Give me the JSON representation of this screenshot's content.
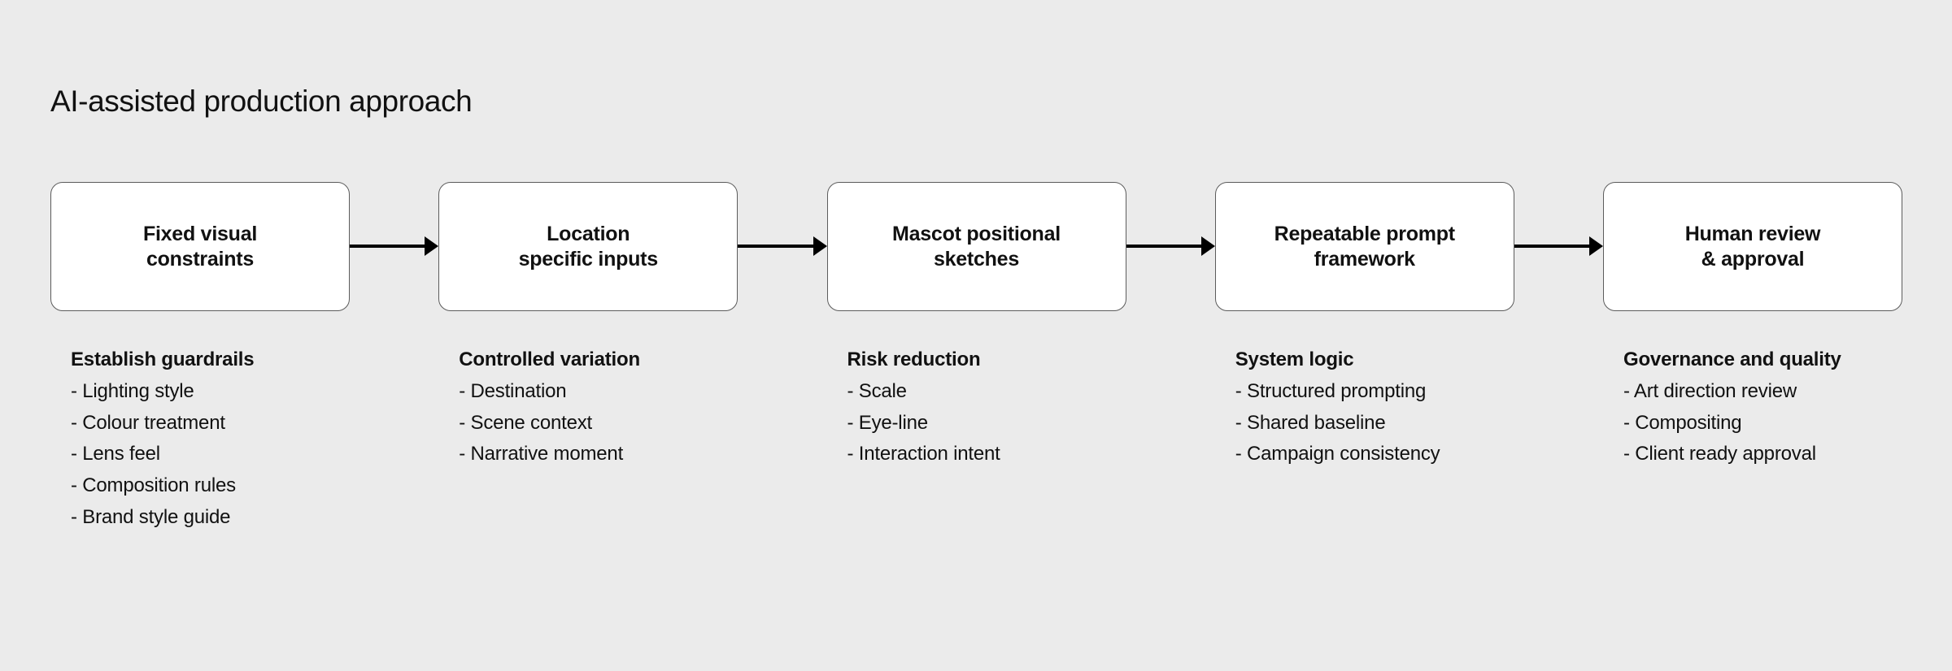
{
  "title": "AI-assisted production approach",
  "background_color": "#ebebeb",
  "box_fill_color": "#ffffff",
  "box_border_color": "#5c5c5c",
  "arrow_color": "#000000",
  "text_color": "#111111",
  "diagram_data": {
    "type": "flowchart",
    "orientation": "horizontal",
    "stage_count": 5,
    "connector": "arrow-right",
    "stages": [
      {
        "box_label": "Fixed visual\nconstraints",
        "box_line_1": "Fixed visual",
        "box_line_2": "constraints",
        "details_heading": "Establish guardrails",
        "details": [
          "- Lighting style",
          "- Colour treatment",
          "- Lens feel",
          "- Composition rules",
          "- Brand style guide"
        ]
      },
      {
        "box_label": "Location\nspecific inputs",
        "box_line_1": "Location",
        "box_line_2": "specific inputs",
        "details_heading": "Controlled variation",
        "details": [
          "- Destination",
          "- Scene context",
          "- Narrative moment"
        ]
      },
      {
        "box_label": "Mascot positional\nsketches",
        "box_line_1": "Mascot positional",
        "box_line_2": "sketches",
        "details_heading": "Risk reduction",
        "details": [
          "- Scale",
          "- Eye-line",
          "- Interaction intent"
        ]
      },
      {
        "box_label": "Repeatable prompt\nframework",
        "box_line_1": "Repeatable prompt",
        "box_line_2": "framework",
        "details_heading": "System logic",
        "details": [
          "- Structured prompting",
          "- Shared baseline",
          "- Campaign consistency"
        ]
      },
      {
        "box_label": "Human review\n& approval",
        "box_line_1": "Human review",
        "box_line_2": "& approval",
        "details_heading": "Governance and quality",
        "details": [
          "- Art direction review",
          "- Compositing",
          "- Client ready approval"
        ]
      }
    ]
  }
}
